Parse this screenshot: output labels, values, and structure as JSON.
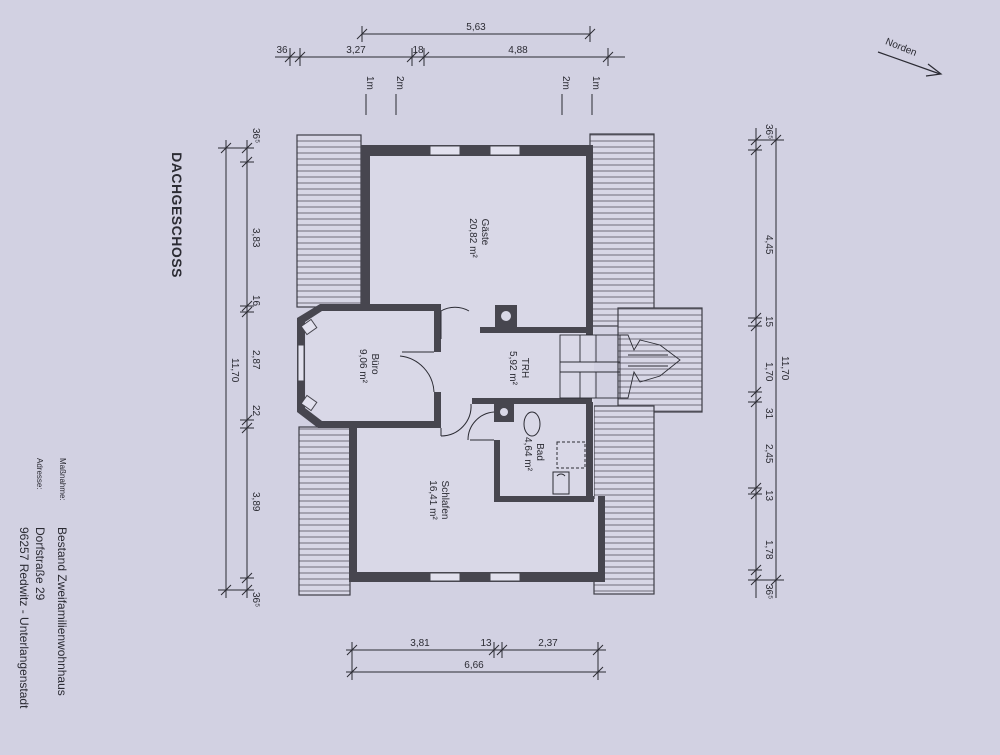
{
  "page_title": "DACHGESCHOSS",
  "north_label": "Norden",
  "rooms": [
    {
      "name": "Gäste",
      "area": "20,82 m²"
    },
    {
      "name": "Büro",
      "area": "9,06 m²"
    },
    {
      "name": "TRH",
      "area": "5,92 m²"
    },
    {
      "name": "Bad",
      "area": "4,64 m²"
    },
    {
      "name": "Schlafen",
      "area": "16,41 m²"
    }
  ],
  "dims_top": {
    "overall": "5,63",
    "segments": [
      "36",
      "3,27",
      "18",
      "4,88"
    ],
    "markers": [
      "1m",
      "2m",
      "2m",
      "1m"
    ]
  },
  "dims_left": {
    "segments": [
      "36⁵",
      "3,83",
      "16",
      "2,87",
      "22",
      "3,89",
      "36⁵"
    ],
    "overall": "11,70"
  },
  "dims_right": {
    "segments": [
      "36⁵",
      "4,45",
      "15",
      "1,70",
      "31",
      "2,45",
      "13",
      "1,78",
      "36⁵"
    ],
    "overall": "11,70"
  },
  "dims_bottom": {
    "segments": [
      "3,81",
      "13",
      "2,37"
    ],
    "overall": "6,66"
  },
  "info": {
    "project_label": "Maßnahme:",
    "project": "Bestand Zweifamilienwohnhaus",
    "address_label": "Adresse:",
    "street": "Dorfstraße 29",
    "city": "96257 Redwitz - Unterlangenstadt"
  },
  "colors": {
    "paper": "#d2d1e2",
    "wall": "#47464f",
    "ink": "#2b2b33"
  }
}
